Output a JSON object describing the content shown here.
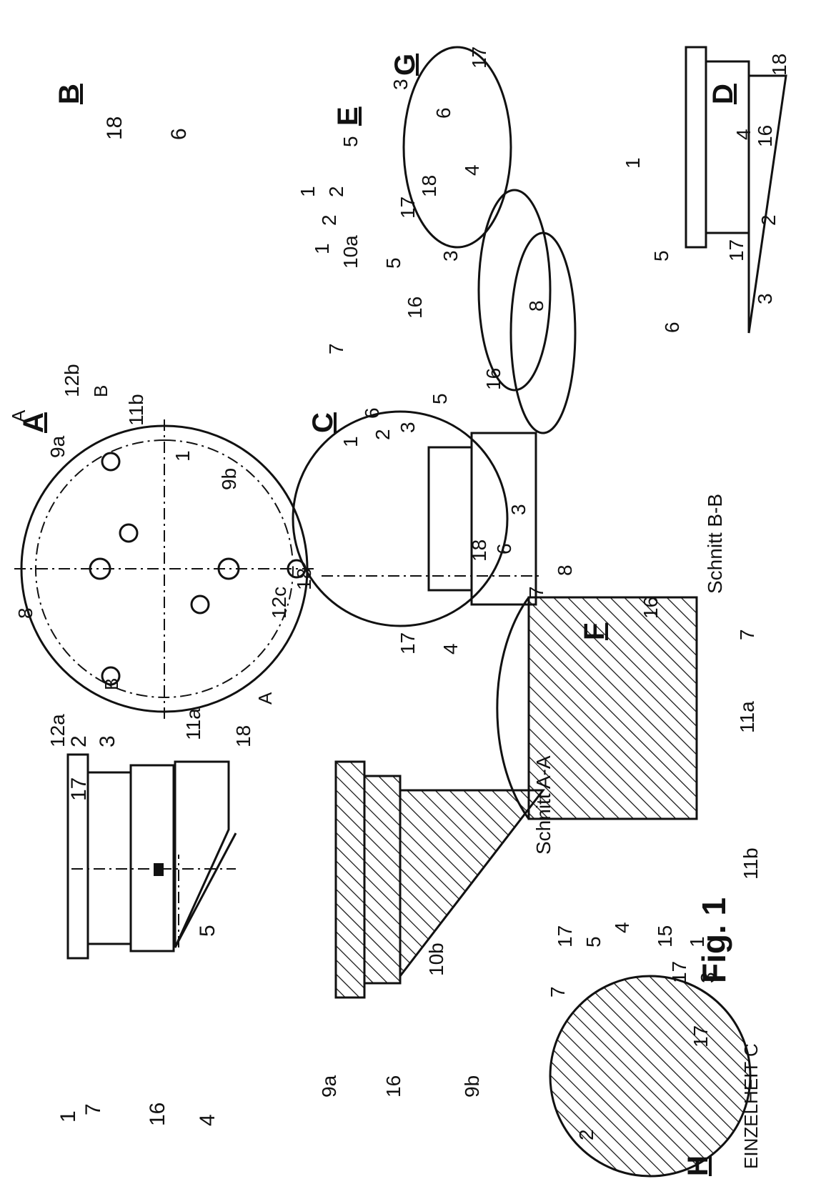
{
  "figure": {
    "title": "Fig. 1",
    "views": {
      "A": {
        "letter": "A",
        "section_marks": [
          "A",
          "A",
          "B",
          "B"
        ],
        "refs": [
          "1",
          "8",
          "9a",
          "9b",
          "11a",
          "11b",
          "12a",
          "12b",
          "12c",
          "18"
        ]
      },
      "B": {
        "letter": "B",
        "refs": [
          "1",
          "2",
          "3",
          "4",
          "5",
          "6",
          "7",
          "16",
          "17",
          "18"
        ]
      },
      "C": {
        "letter": "C",
        "refs": [
          "1",
          "2",
          "3",
          "4",
          "5",
          "6",
          "7",
          "8",
          "16",
          "17",
          "18"
        ]
      },
      "D": {
        "letter": "D",
        "refs": [
          "1",
          "2",
          "3",
          "4",
          "5",
          "6",
          "16",
          "17",
          "18"
        ]
      },
      "E": {
        "letter": "E",
        "caption": "Schnitt A-A",
        "refs": [
          "1",
          "2",
          "3",
          "5",
          "7",
          "9a",
          "9b",
          "10a",
          "10b",
          "16",
          "17",
          "18"
        ]
      },
      "F": {
        "letter": "F",
        "caption": "Schnitt B-B",
        "refs": [
          "1",
          "3",
          "4",
          "6",
          "7",
          "11a",
          "11b",
          "16",
          "18"
        ]
      },
      "G": {
        "letter": "G",
        "refs": [
          "1",
          "2",
          "3",
          "4",
          "5",
          "6",
          "7",
          "8",
          "16",
          "17"
        ]
      },
      "H": {
        "letter": "H",
        "caption": "EINZELHEIT C",
        "refs": [
          "2",
          "3",
          "5",
          "15",
          "17",
          "17",
          "17"
        ]
      }
    }
  }
}
